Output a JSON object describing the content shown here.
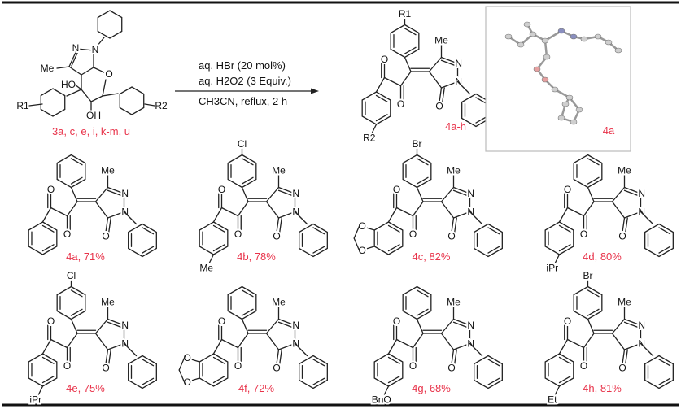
{
  "colors": {
    "label_red": "#e8334a",
    "rule": "#111111",
    "xray_frame": "#bbbbbb"
  },
  "reaction": {
    "conditions": [
      "aq. HBr (20 mol%)",
      "aq. H2O2 (3 Equiv.)",
      "CH3CN, reflux, 2 h"
    ],
    "reactant_label": "3a, c, e, i, k-m, u",
    "product_label": "4a-h",
    "xray_label": "4a"
  },
  "atoms": {
    "me": "Me",
    "n": "N",
    "o": "O",
    "ho": "HO",
    "oh": "OH",
    "r1": "R1",
    "r2": "R2"
  },
  "compounds": [
    {
      "label": "4a, 71%",
      "top_sub": "",
      "bottom_sub": "",
      "dioxole": false
    },
    {
      "label": "4b, 78%",
      "top_sub": "Cl",
      "bottom_sub": "Me",
      "dioxole": false
    },
    {
      "label": "4c, 82%",
      "top_sub": "Br",
      "bottom_sub": "",
      "dioxole": true
    },
    {
      "label": "4d, 80%",
      "top_sub": "",
      "bottom_sub": "iPr",
      "dioxole": false
    },
    {
      "label": "4e, 75%",
      "top_sub": "Cl",
      "bottom_sub": "iPr",
      "dioxole": false
    },
    {
      "label": "4f, 72%",
      "top_sub": "",
      "bottom_sub": "",
      "dioxole": true
    },
    {
      "label": "4g, 68%",
      "top_sub": "",
      "bottom_sub": "BnO",
      "dioxole": false
    },
    {
      "label": "4h, 81%",
      "top_sub": "Br",
      "bottom_sub": "Et",
      "dioxole": false
    }
  ]
}
